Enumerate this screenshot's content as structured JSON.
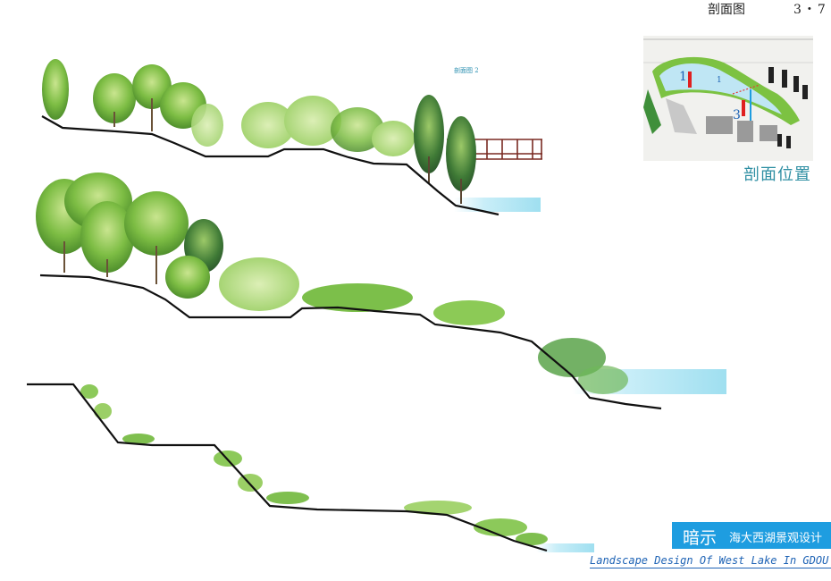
{
  "header": {
    "title": "剖面图",
    "page": "3・7"
  },
  "sections": {
    "label": "剖面图 2"
  },
  "minimap": {
    "caption": "剖面位置",
    "markers": [
      "1",
      "1",
      "3"
    ]
  },
  "brand": {
    "main": "暗示",
    "sub": "海大西湖景观设计",
    "english": "Landscape Design Of West Lake In GDOU"
  },
  "colors": {
    "water": "#a8e2f2",
    "foliage": "#6fb83c",
    "accent": "#1e9de0",
    "pier": "#7a2a22",
    "ground": "#111111"
  }
}
